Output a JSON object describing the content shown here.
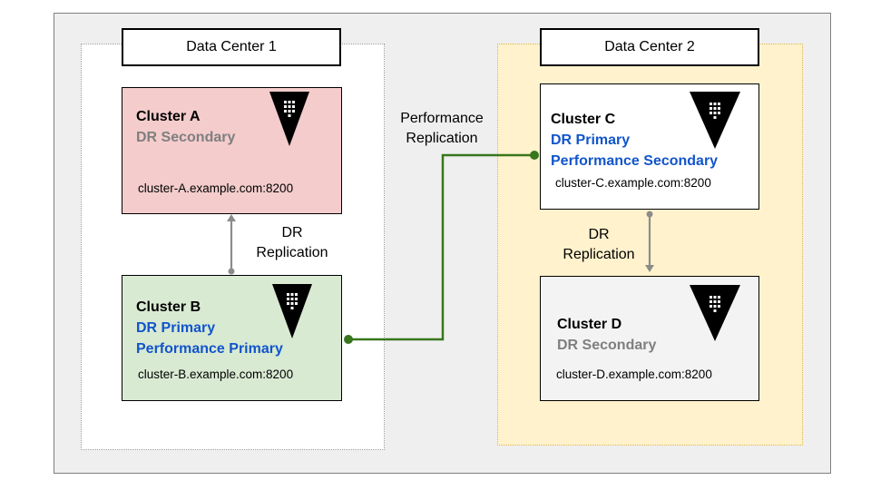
{
  "data_centers": [
    {
      "title": "Data Center 1"
    },
    {
      "title": "Data Center 2"
    }
  ],
  "clusters": {
    "a": {
      "name": "Cluster A",
      "role1": "DR Secondary",
      "role2": "",
      "host": "cluster-A.example.com:8200"
    },
    "b": {
      "name": "Cluster B",
      "role1": "DR Primary",
      "role2": "Performance Primary",
      "host": "cluster-B.example.com:8200"
    },
    "c": {
      "name": "Cluster C",
      "role1": "DR Primary",
      "role2": "Performance Secondary",
      "host": "cluster-C.example.com:8200"
    },
    "d": {
      "name": "Cluster D",
      "role1": "DR Secondary",
      "role2": "",
      "host": "cluster-D.example.com:8200"
    }
  },
  "connectors": {
    "dr_left": {
      "line1": "DR",
      "line2": "Replication"
    },
    "dr_right": {
      "line1": "DR",
      "line2": "Replication"
    },
    "performance": {
      "line1": "Performance",
      "line2": "Replication"
    }
  },
  "colors": {
    "dr_secondary_fill": "#f4cccc",
    "dr_primary_fill": "#d9ead3",
    "data_center_2_fill": "#fff2cc",
    "performance_line": "#38761d",
    "dr_line": "#8c8c8c",
    "role_blue": "#1155cc",
    "role_grey": "#7f7f7f"
  },
  "icons": [
    "vault-logo-icon"
  ]
}
